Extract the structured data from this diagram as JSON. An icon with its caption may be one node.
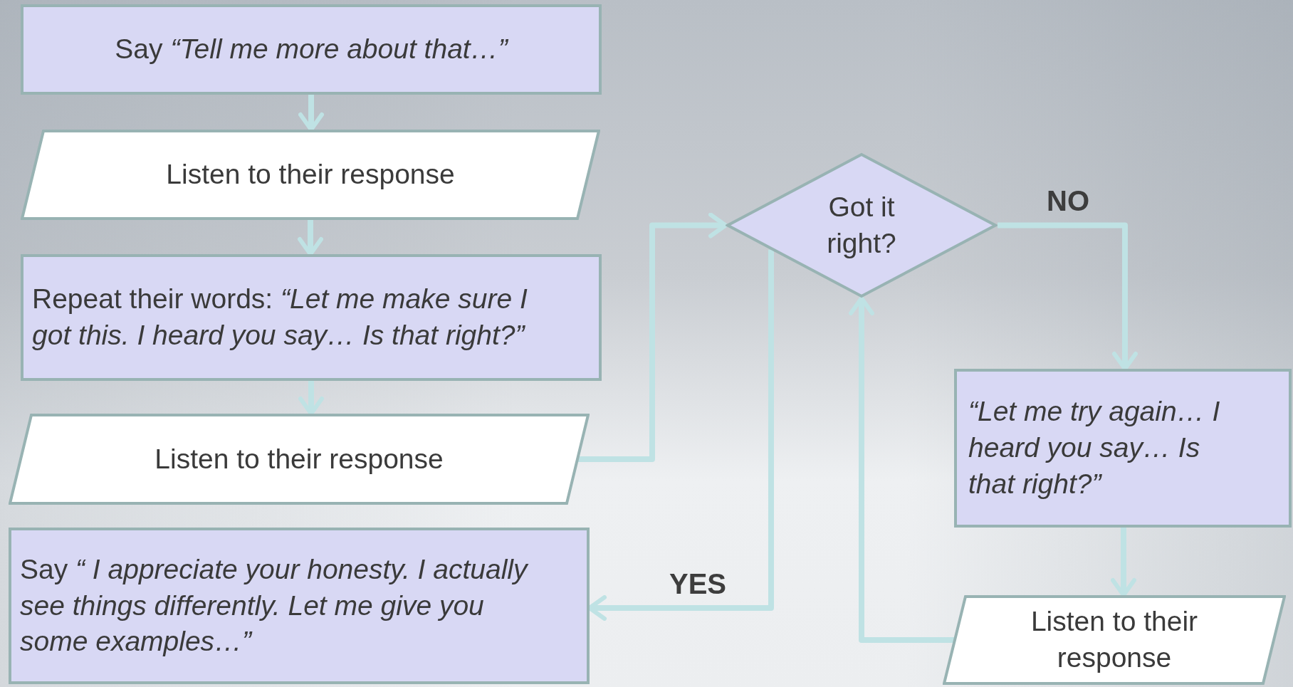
{
  "diagram": {
    "nodes": [
      {
        "text": [
          "Say *“Tell me more about that…”*"
        ]
      },
      {
        "text": [
          "Listen to their response"
        ]
      },
      {
        "text": [
          "Repeat their words: *“Let me make sure I got this. I heard you say… Is that right?”*"
        ]
      },
      {
        "text": [
          "Listen to their response"
        ]
      },
      {
        "text": [
          "Say *“ I appreciate your honesty. I actually see things differently.  Let me give you some examples…”*"
        ]
      },
      {
        "text": [
          "Got it right?"
        ]
      },
      {
        "text": [
          "“Let me try again… I heard you say… Is that right?”"
        ]
      },
      {
        "text": [
          "Listen to their response"
        ]
      }
    ],
    "edges": [
      {
        "from": 0,
        "to": 1,
        "arrow": "to"
      },
      {
        "from": 1,
        "to": 2,
        "arrow": "to"
      },
      {
        "from": 2,
        "to": 3,
        "arrow": "to"
      },
      {
        "from": 3,
        "to": 5,
        "arrow": "to"
      },
      {
        "from": 5,
        "to": 6,
        "arrow": "to",
        "label": "NO"
      },
      {
        "from": 6,
        "to": 7,
        "arrow": "to"
      },
      {
        "from": 7,
        "to": 5,
        "arrow": "to"
      },
      {
        "from": 5,
        "to": 4,
        "arrow": "to",
        "label": "YES"
      }
    ]
  }
}
